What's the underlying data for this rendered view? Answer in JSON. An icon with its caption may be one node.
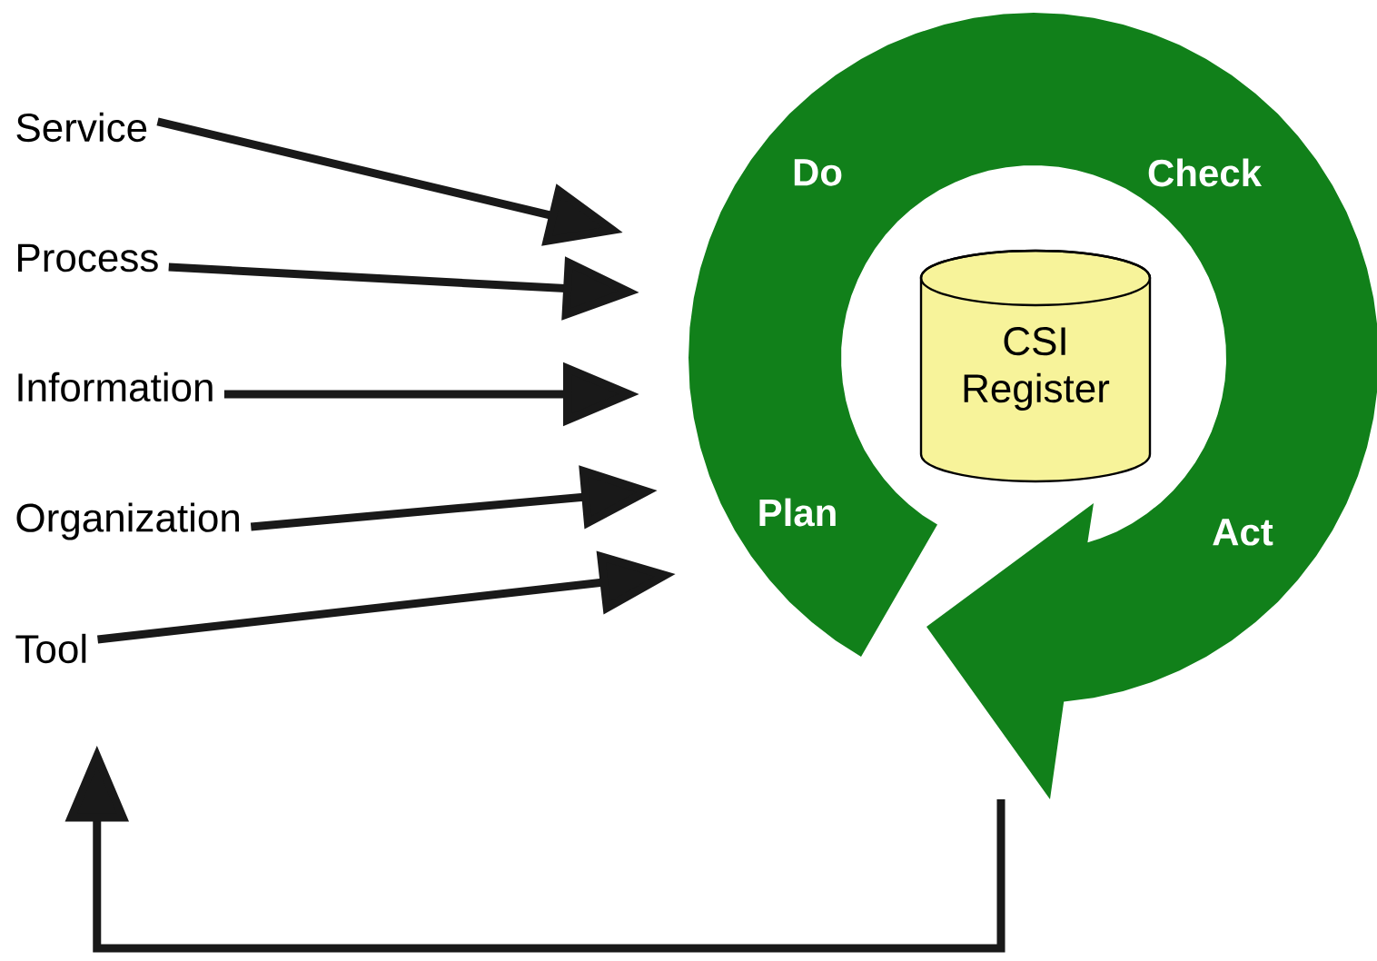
{
  "diagram": {
    "nodes": [
      {
        "text": [
          "Service"
        ]
      },
      {
        "text": [
          "Process"
        ]
      },
      {
        "text": [
          "Information"
        ]
      },
      {
        "text": [
          "Organization"
        ]
      },
      {
        "text": [
          "Tool"
        ]
      },
      {
        "text": [
          "Do",
          "Check",
          "Plan",
          "Act"
        ]
      },
      {
        "text": [
          "CSI Register"
        ],
        "in": 5
      }
    ],
    "edges": [
      {
        "from": 0,
        "to": 5,
        "arrow": "to"
      },
      {
        "from": 1,
        "to": 5,
        "arrow": "to"
      },
      {
        "from": 2,
        "to": 5,
        "arrow": "to"
      },
      {
        "from": 3,
        "to": 5,
        "arrow": "to"
      },
      {
        "from": 4,
        "to": 5,
        "arrow": "to"
      },
      {
        "from": 5,
        "to": 4,
        "arrow": "to"
      }
    ]
  }
}
